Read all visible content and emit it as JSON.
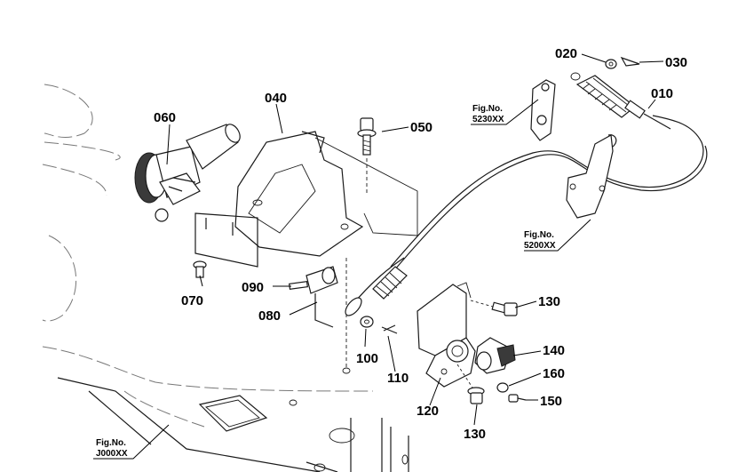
{
  "parts": {
    "p010": "010",
    "p020": "020",
    "p030": "030",
    "p040": "040",
    "p050": "050",
    "p060": "060",
    "p070": "070",
    "p080": "080",
    "p090": "090",
    "p100": "100",
    "p110": "110",
    "p120": "120",
    "p130a": "130",
    "p130b": "130",
    "p140": "140",
    "p150": "150",
    "p160": "160"
  },
  "fig_refs": {
    "f5230": {
      "line1": "Fig.No.",
      "line2": "5230XX"
    },
    "f5200": {
      "line1": "Fig.No.",
      "line2": "5200XX"
    },
    "fJ000": {
      "line1": "Fig.No.",
      "line2": "J000XX"
    }
  },
  "colors": {
    "ink": "#1a1a1a",
    "background": "#ffffff",
    "faint_outline": "#777777"
  }
}
